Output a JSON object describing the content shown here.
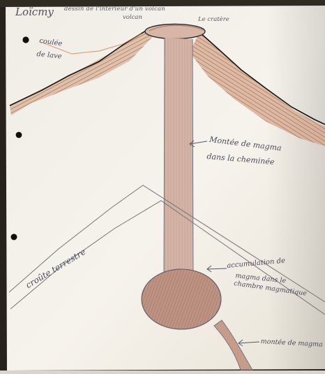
{
  "photo_content": {
    "student_name": "Loïcmy",
    "header_line1": "dessin de l'intérieur d'un volcan",
    "header_line2": "volcan",
    "crater_label": "Le cratère",
    "lava_flow_label": [
      "coulée",
      "de lave"
    ],
    "magma_rising_label": [
      "Montée de magma",
      "dans la cheminée"
    ],
    "earth_crust_label": "croûte terrestre",
    "magma_accumulation_label": [
      "accumulation de",
      "magma dans le",
      "chambre magmatique"
    ],
    "magma_rise_lower_label": "montée de magma"
  },
  "colors": {
    "paper": "#f4f1ea",
    "paper_shadow": "#d8d3c8",
    "volcano_brown": "#a66e4a",
    "volcano_orange": "#c88558",
    "magma_fill": "#c8a08f",
    "pencil": "#4a4a5a",
    "binder_hole": "#0e0d0c"
  }
}
